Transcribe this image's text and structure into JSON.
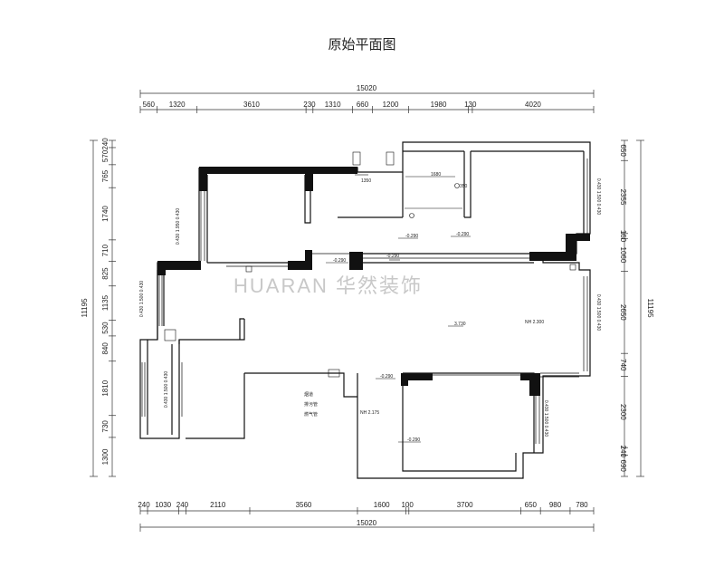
{
  "title": "原始平面图",
  "watermark": "HUARAN 华然装饰",
  "top_dims": {
    "total": "15020",
    "segments": [
      "560",
      "1320",
      "3610",
      "230",
      "1310",
      "660",
      "1200",
      "1980",
      "130",
      "4020"
    ]
  },
  "bottom_dims": {
    "total": "15020",
    "segments": [
      "240",
      "1030",
      "240",
      "2110",
      "3560",
      "1600",
      "100",
      "3700",
      "650",
      "980",
      "780"
    ]
  },
  "left_dims": {
    "total": "11195",
    "segments": [
      "240",
      "570",
      "765",
      "1740",
      "710",
      "825",
      "1135",
      "530",
      "840",
      "1810",
      "730",
      "1300"
    ]
  },
  "right_dims": {
    "total": "11195",
    "segments": [
      "650",
      "2355",
      "160",
      "1060",
      "2650",
      "740",
      "2300",
      "240",
      "690"
    ]
  },
  "labels": {
    "h1": "1350",
    "h2": "1680",
    "level_350": "350",
    "lvl_a": "-0.290",
    "lvl_b": "-0.290",
    "lvl_c": "-0.290",
    "lvl_d": "-0.290",
    "lvl_e": "-0.290",
    "lvl_f": "-0.290",
    "center_mark": "3.730",
    "nh1": "NH 2.300",
    "nh2": "NH 2.175",
    "note1": "烟道",
    "note2": "排污管",
    "note3": "燃气管",
    "win_left": "0.430 1.950 0.430",
    "win_left2": "0.430 1.500 0.430",
    "win_right": "0.430 1.500 0.430",
    "win_right2": "0.430 1.500 0.430",
    "win_right3": "0.430 1.500 0.430",
    "win_bottom_left": "0.430 1.500 0.430"
  }
}
